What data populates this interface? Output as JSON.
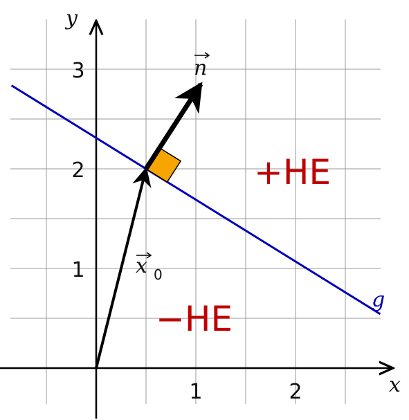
{
  "axes": {
    "x_label": "x",
    "y_label": "y",
    "x_ticks": [
      "1",
      "2"
    ],
    "y_ticks": [
      "1",
      "2",
      "3"
    ]
  },
  "vectors": {
    "position": {
      "label": "x",
      "subscript": "0",
      "from": [
        0,
        0
      ],
      "to": [
        0.5,
        2
      ]
    },
    "normal": {
      "label": "n",
      "from": [
        0.5,
        2
      ],
      "to": [
        1.05,
        2.85
      ]
    }
  },
  "line": {
    "label": "g",
    "passes_through": [
      0.5,
      2
    ],
    "slope": -0.62,
    "color": "#0000bb"
  },
  "regions": {
    "positive": "+HE",
    "negative": "−HE"
  },
  "colors": {
    "region_text": "#c00000",
    "right_angle_marker": "#f7a600",
    "grid": "#9a9a9a",
    "vectors": "#000000"
  }
}
